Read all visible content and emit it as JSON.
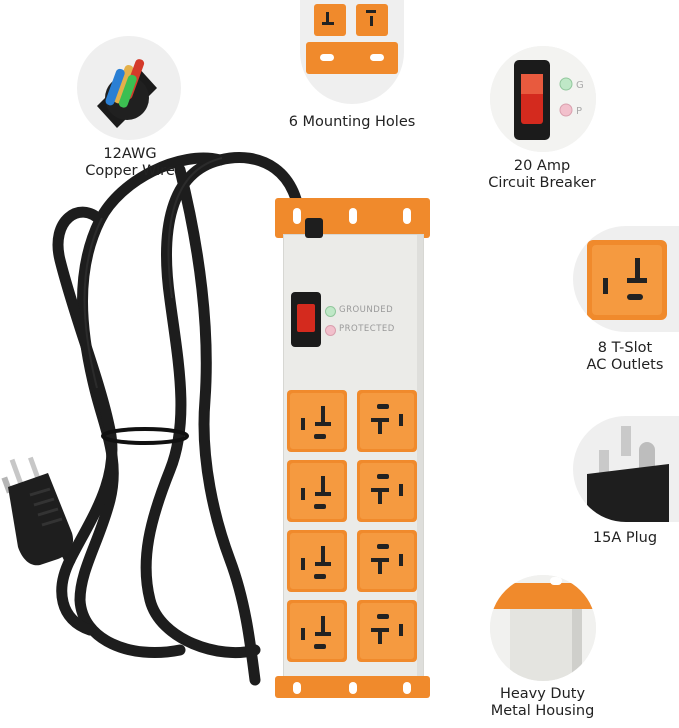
{
  "features": {
    "wire": {
      "line1": "12AWG",
      "line2": "Copper Wire"
    },
    "mounting": {
      "label": "6 Mounting Holes"
    },
    "breaker": {
      "line1": "20 Amp",
      "line2": "Circuit Breaker",
      "g": "G",
      "p": "P"
    },
    "outlets": {
      "line1": "8 T-Slot",
      "line2": "AC Outlets"
    },
    "plug": {
      "label": "15A Plug"
    },
    "housing": {
      "line1": "Heavy Duty",
      "line2": "Metal Housing"
    }
  },
  "strip": {
    "indicator_grounded": "GROUNDED",
    "indicator_protected": "PROTECTED",
    "outlet_count": 8
  },
  "colors": {
    "orange": "#f08a2c",
    "housing": "#ebebe8",
    "cable": "#1c1c1c",
    "switch_red": "#d42a1e"
  }
}
